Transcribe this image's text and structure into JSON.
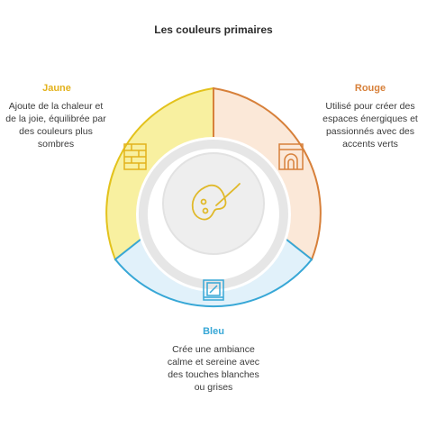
{
  "title": "Les couleurs primaires",
  "segments": [
    {
      "key": "jaune",
      "label": "Jaune",
      "description": "Ajoute de la chaleur et de la joie, équilibrée par des couleurs plus sombres",
      "icon": "brick-wall-icon",
      "color": "#e3c21c",
      "fill": "#f8f0a0"
    },
    {
      "key": "rouge",
      "label": "Rouge",
      "description": "Utilisé pour créer des espaces énergiques et passionnés avec des accents verts",
      "icon": "fireplace-icon",
      "color": "#d7803a",
      "fill": "#fbe8d8"
    },
    {
      "key": "bleu",
      "label": "Bleu",
      "description": "Crée une ambiance calme et sereine avec des touches blanches ou grises",
      "icon": "window-icon",
      "color": "#37a7d6",
      "fill": "#e1f1fa"
    }
  ],
  "center_icon": "color-palette-brush-icon"
}
